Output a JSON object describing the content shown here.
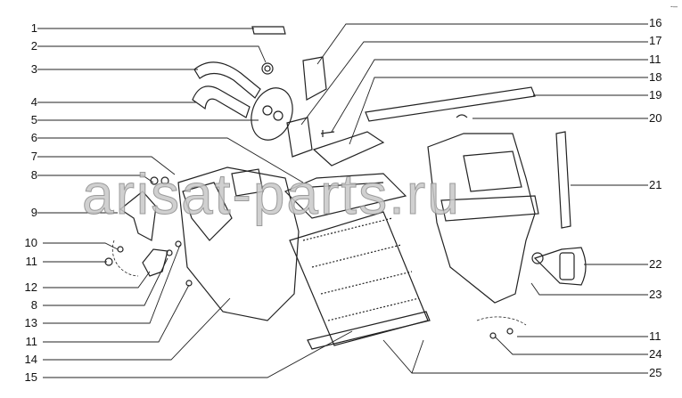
{
  "diagram": {
    "watermark": "arisat-parts.ru",
    "corner_mark": "-–",
    "labels_left": [
      "1",
      "2",
      "3",
      "4",
      "5",
      "6",
      "7",
      "8",
      "9",
      "10",
      "11",
      "12",
      "8",
      "13",
      "11",
      "14",
      "15"
    ],
    "labels_right": [
      "16",
      "17",
      "11",
      "18",
      "19",
      "20",
      "21",
      "22",
      "23",
      "11",
      "24",
      "25"
    ]
  }
}
